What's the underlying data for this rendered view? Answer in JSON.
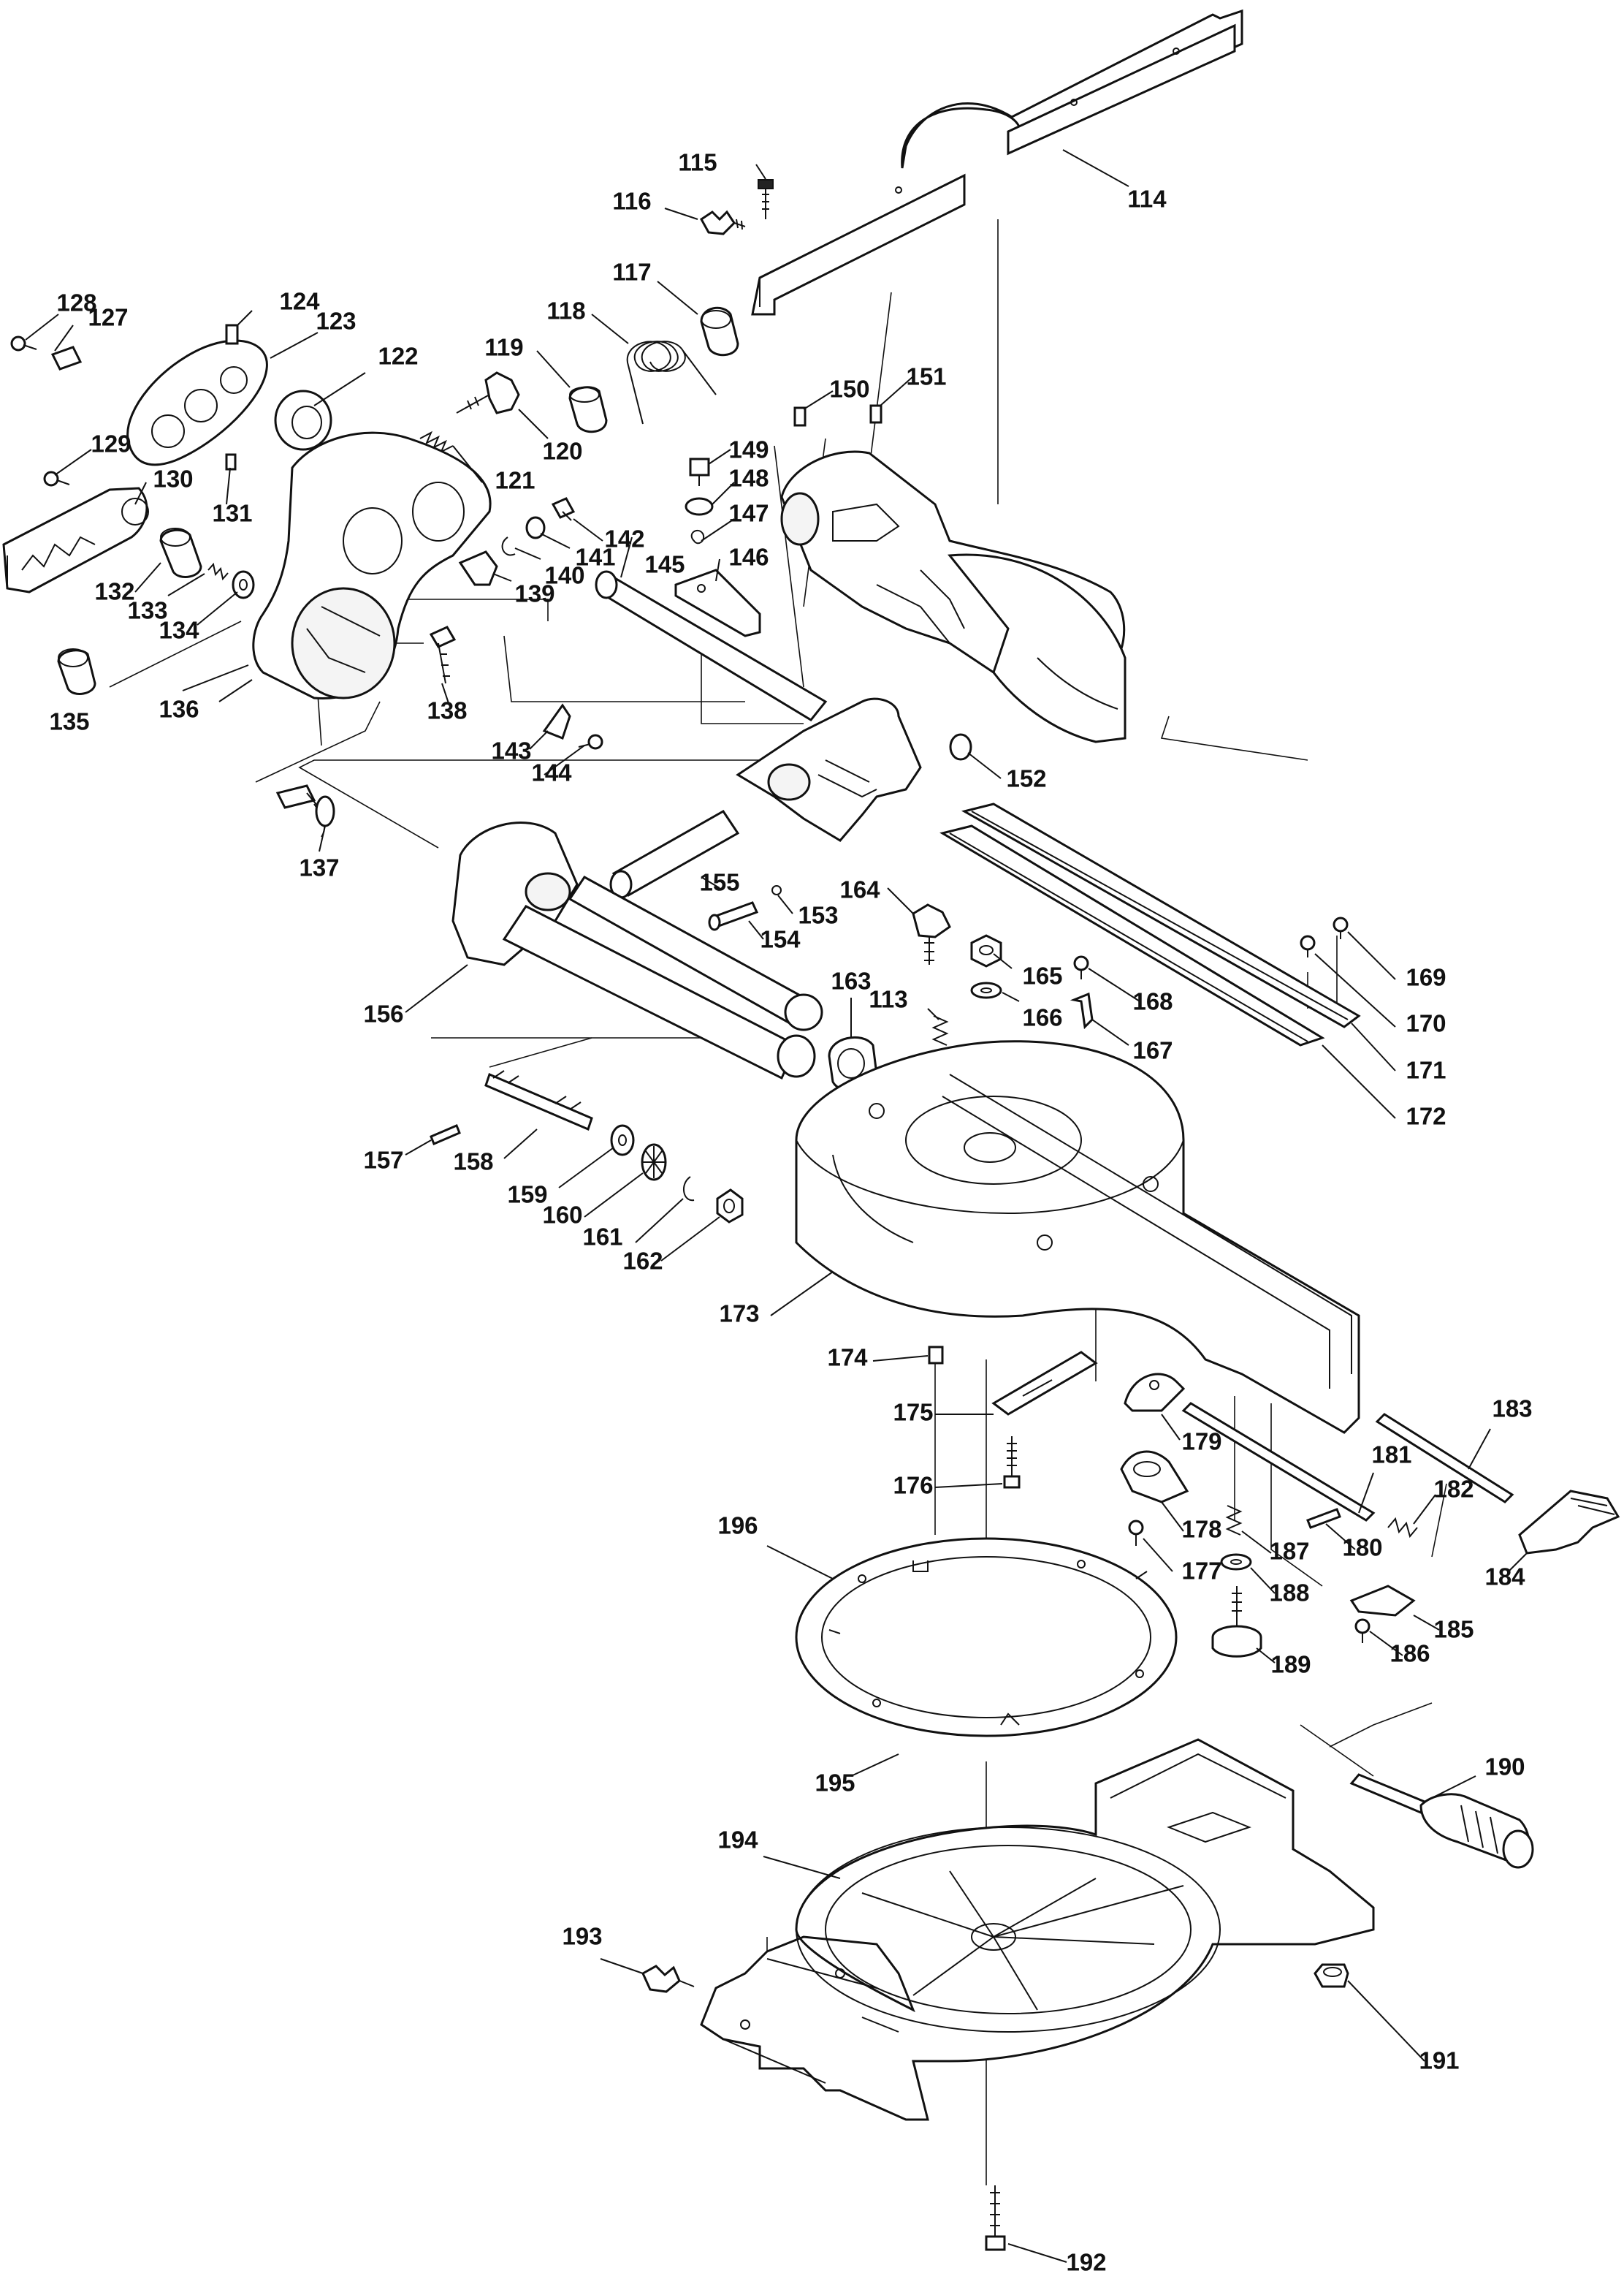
{
  "labels": [
    "113",
    "114",
    "115",
    "116",
    "117",
    "118",
    "119",
    "120",
    "121",
    "122",
    "123",
    "124",
    "127",
    "128",
    "129",
    "130",
    "131",
    "132",
    "133",
    "134",
    "135",
    "136",
    "137",
    "138",
    "139",
    "140",
    "141",
    "142",
    "143",
    "144",
    "145",
    "146",
    "147",
    "148",
    "149",
    "150",
    "151",
    "152",
    "153",
    "154",
    "155",
    "156",
    "157",
    "158",
    "159",
    "160",
    "161",
    "162",
    "163",
    "164",
    "165",
    "166",
    "167",
    "168",
    "169",
    "170",
    "171",
    "172",
    "173",
    "174",
    "175",
    "176",
    "177",
    "178",
    "179",
    "180",
    "181",
    "182",
    "183",
    "184",
    "185",
    "186",
    "187",
    "188",
    "189",
    "190",
    "191",
    "192",
    "193",
    "194",
    "195",
    "196"
  ]
}
